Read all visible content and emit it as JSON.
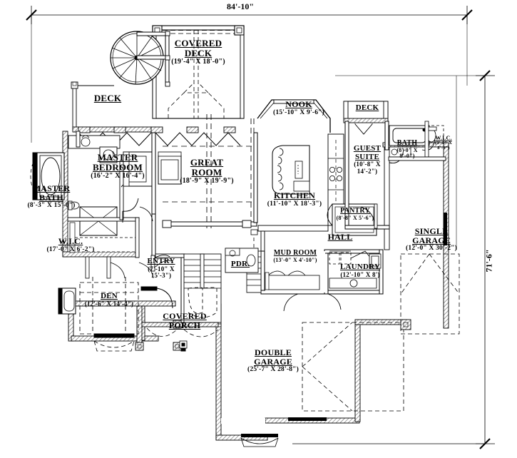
{
  "drawing": {
    "type": "residential-floor-plan",
    "overall_dimensions": {
      "width_label": "84'-10\"",
      "height_label": "71'-6\""
    }
  },
  "rooms": [
    {
      "key": "covered_deck",
      "name": "COVERED",
      "name2": "DECK",
      "dim": "(19'-4\" X 18'-0\")"
    },
    {
      "key": "deck_left",
      "name": "DECK",
      "name2": "",
      "dim": ""
    },
    {
      "key": "deck_right",
      "name": "DECK",
      "name2": "",
      "dim": ""
    },
    {
      "key": "master_bedroom",
      "name": "MASTER",
      "name2": "BEDROOM",
      "dim": "(16'-2\" X 16'-4\")"
    },
    {
      "key": "master_bath",
      "name": "MASTER",
      "name2": "BATH",
      "dim": "(8'-3\" X 15'-0\")"
    },
    {
      "key": "wic_master",
      "name": "W.I.C.",
      "name2": "",
      "dim": "(17'-0\" X 6'-2\")"
    },
    {
      "key": "great_room",
      "name": "GREAT",
      "name2": "ROOM",
      "dim": "(18'-9\" X 19'-9\")"
    },
    {
      "key": "nook",
      "name": "NOOK",
      "name2": "",
      "dim": "(15'-10\" X 9'-6\")"
    },
    {
      "key": "kitchen",
      "name": "KITCHEN",
      "name2": "",
      "dim": "(11'-10\" X 18'-3\")"
    },
    {
      "key": "pantry",
      "name": "PANTRY",
      "name2": "",
      "dim": "(8'-8\" X 5'-6\")"
    },
    {
      "key": "guest_suite",
      "name": "GUEST",
      "name2": "SUITE",
      "dim": "(10'-8\" X 14'-2\")"
    },
    {
      "key": "bath_guest",
      "name": "BATH",
      "name2": "",
      "dim": "(8'-0\" X 8'-0\")"
    },
    {
      "key": "wic_guest",
      "name": "W.I.C.",
      "name2": "",
      "dim": "(3'-8\" X 8'-0\")"
    },
    {
      "key": "single_garage",
      "name": "SINGLE",
      "name2": "GARAGE",
      "dim": "(12'-0\" X 30'-2\")"
    },
    {
      "key": "double_garage",
      "name": "DOUBLE",
      "name2": "GARAGE",
      "dim": "(25'-7\" X 28'-8\")"
    },
    {
      "key": "hall",
      "name": "HALL",
      "name2": "",
      "dim": ""
    },
    {
      "key": "mud_room",
      "name": "MUD ROOM",
      "name2": "",
      "dim": "(13'-0\" X 4'-10\")"
    },
    {
      "key": "laundry",
      "name": "LAUNDRY",
      "name2": "",
      "dim": "(12'-10\" X 8')"
    },
    {
      "key": "pdr",
      "name": "PDR.",
      "name2": "",
      "dim": ""
    },
    {
      "key": "entry",
      "name": "ENTRY",
      "name2": "",
      "dim": "(7'-10\" X 15'-3\")"
    },
    {
      "key": "den",
      "name": "DEN",
      "name2": "",
      "dim": "(12'-6\" X 14'-4\")"
    },
    {
      "key": "covered_porch",
      "name": "COVERED",
      "name2": "PORCH",
      "dim": ""
    }
  ],
  "colors": {
    "line": "#000000",
    "paper": "#ffffff",
    "hatch": "#7a7a7a",
    "dash": "#3a3a3a"
  }
}
